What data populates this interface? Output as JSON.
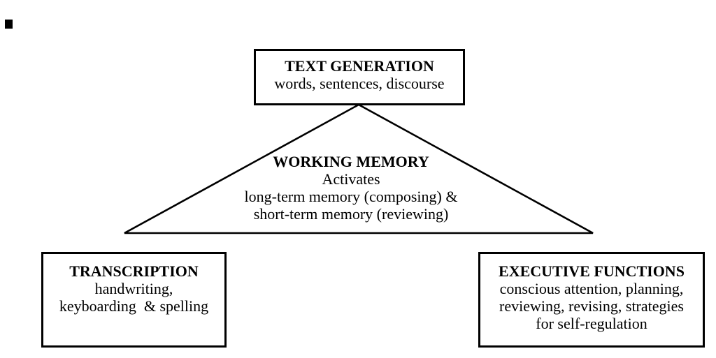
{
  "page": {
    "background_color": "#ffffff",
    "ink_color": "#000000"
  },
  "diagram": {
    "type": "triangle-concept-diagram",
    "connector": {
      "shape": "triangle",
      "stroke_color": "#000000",
      "apex": [
        513,
        150
      ],
      "base_left": [
        178,
        334
      ],
      "base_right": [
        848,
        334
      ]
    },
    "nodes": {
      "text_generation": {
        "title": "TEXT GENERATION",
        "lines": [
          "words, sentences, discourse"
        ]
      },
      "working_memory": {
        "title": "WORKING MEMORY",
        "lines": [
          "Activates",
          "long-term memory (composing) &",
          "short-term memory (reviewing)"
        ]
      },
      "transcription": {
        "title": "TRANSCRIPTION",
        "lines": [
          "handwriting,",
          "keyboarding  & spelling"
        ]
      },
      "executive_functions": {
        "title": "EXECUTIVE FUNCTIONS",
        "lines": [
          "conscious attention, planning,",
          "reviewing, revising, strategies",
          "for self-regulation"
        ]
      }
    }
  }
}
